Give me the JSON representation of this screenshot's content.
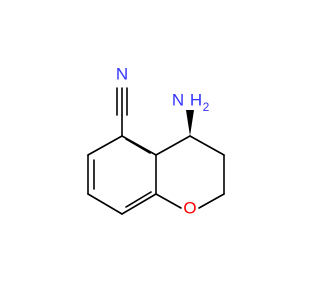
{
  "molecule": {
    "atoms": {
      "nitrile_n": "N",
      "amine_n": "N",
      "amine_h": "H",
      "amine_h_count": "2",
      "ring_o": "O"
    },
    "colors": {
      "bond": "#000000",
      "nitrogen": "#3333ff",
      "oxygen": "#ff0000"
    }
  }
}
